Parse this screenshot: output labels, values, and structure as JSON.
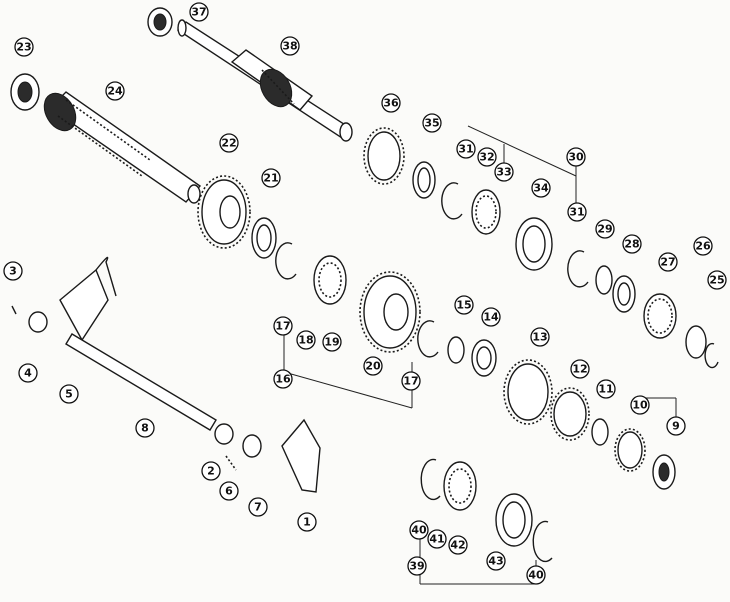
{
  "diagram": {
    "callouts": [
      {
        "id": "c1",
        "label": "1"
      },
      {
        "id": "c2",
        "label": "2"
      },
      {
        "id": "c3",
        "label": "3"
      },
      {
        "id": "c4",
        "label": "4"
      },
      {
        "id": "c5",
        "label": "5"
      },
      {
        "id": "c6",
        "label": "6"
      },
      {
        "id": "c7",
        "label": "7"
      },
      {
        "id": "c8",
        "label": "8"
      },
      {
        "id": "c9",
        "label": "9"
      },
      {
        "id": "c10",
        "label": "10"
      },
      {
        "id": "c11",
        "label": "11"
      },
      {
        "id": "c12",
        "label": "12"
      },
      {
        "id": "c13",
        "label": "13"
      },
      {
        "id": "c14",
        "label": "14"
      },
      {
        "id": "c15",
        "label": "15"
      },
      {
        "id": "c16",
        "label": "16"
      },
      {
        "id": "c17a",
        "label": "17"
      },
      {
        "id": "c17b",
        "label": "17"
      },
      {
        "id": "c18",
        "label": "18"
      },
      {
        "id": "c19",
        "label": "19"
      },
      {
        "id": "c20",
        "label": "20"
      },
      {
        "id": "c21",
        "label": "21"
      },
      {
        "id": "c22",
        "label": "22"
      },
      {
        "id": "c23",
        "label": "23"
      },
      {
        "id": "c24",
        "label": "24"
      },
      {
        "id": "c25",
        "label": "25"
      },
      {
        "id": "c26",
        "label": "26"
      },
      {
        "id": "c27",
        "label": "27"
      },
      {
        "id": "c28",
        "label": "28"
      },
      {
        "id": "c29",
        "label": "29"
      },
      {
        "id": "c30",
        "label": "30"
      },
      {
        "id": "c31a",
        "label": "31"
      },
      {
        "id": "c31b",
        "label": "31"
      },
      {
        "id": "c32",
        "label": "32"
      },
      {
        "id": "c33",
        "label": "33"
      },
      {
        "id": "c34",
        "label": "34"
      },
      {
        "id": "c35",
        "label": "35"
      },
      {
        "id": "c36",
        "label": "36"
      },
      {
        "id": "c37",
        "label": "37"
      },
      {
        "id": "c38",
        "label": "38"
      },
      {
        "id": "c39",
        "label": "39"
      },
      {
        "id": "c40a",
        "label": "40"
      },
      {
        "id": "c40b",
        "label": "40"
      },
      {
        "id": "c41",
        "label": "41"
      },
      {
        "id": "c42",
        "label": "42"
      },
      {
        "id": "c43",
        "label": "43"
      }
    ]
  }
}
